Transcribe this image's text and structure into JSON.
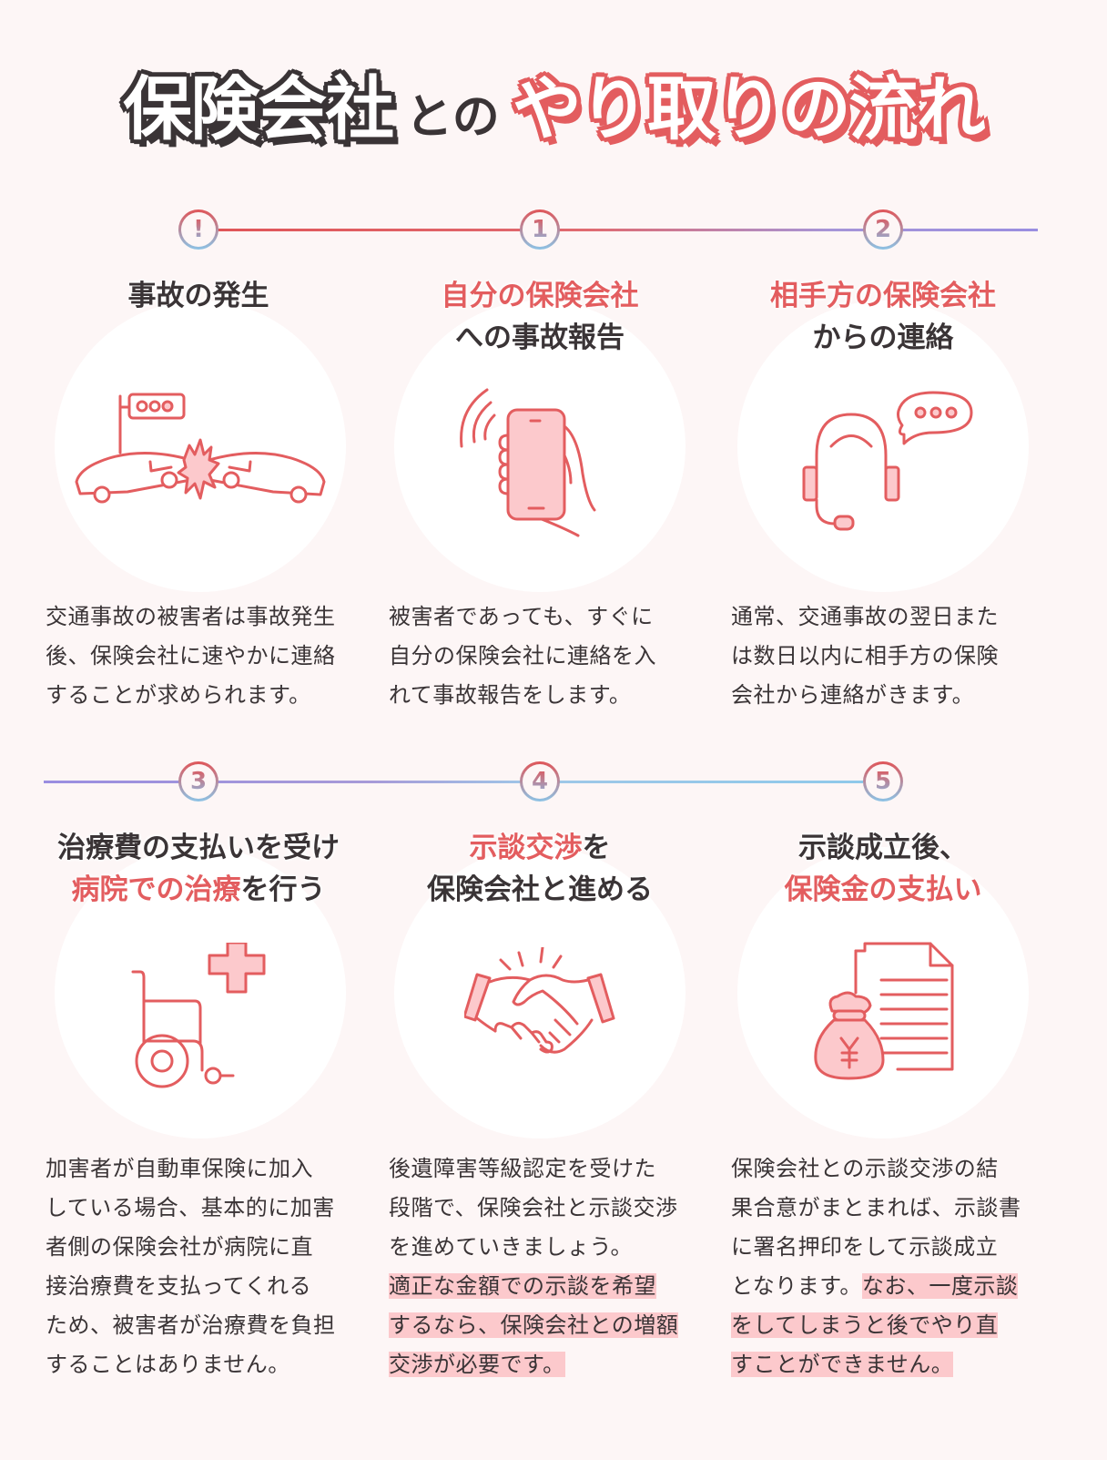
{
  "title": {
    "part1": "保険会社",
    "part2": "との",
    "part3": "やり取りの流れ"
  },
  "colors": {
    "accent_red": "#e35d5f",
    "icon_fill": "#fcc9cc",
    "text_dark": "#3a3436",
    "background": "#fdf6f6",
    "highlight": "#fcc9cc"
  },
  "steps": [
    {
      "badge": "!",
      "heading_lines": [
        {
          "dark": "事故の発生"
        }
      ],
      "icon": "car-collision-icon",
      "description": [
        "交通事故の被害者は事故発生",
        "後、保険会社に速やかに連絡",
        "することが求められます。"
      ],
      "highlight": []
    },
    {
      "badge": "1",
      "heading_line1_red": "自分の保険会社",
      "heading_line2_dark": "への事故報告",
      "icon": "smartphone-call-icon",
      "description": [
        "被害者であっても、すぐに",
        "自分の保険会社に連絡を入",
        "れて事故報告をします。"
      ],
      "highlight": []
    },
    {
      "badge": "2",
      "heading_line1_red": "相手方の保険会社",
      "heading_line2_dark": "からの連絡",
      "icon": "headset-chat-icon",
      "description": [
        "通常、交通事故の翌日また",
        "は数日以内に相手方の保険",
        "会社から連絡がきます。"
      ],
      "highlight": []
    },
    {
      "badge": "3",
      "heading_line1_dark": "治療費の支払いを受け",
      "heading_line2_red": "病院での治療",
      "heading_line2_dark": "を行う",
      "icon": "wheelchair-cross-icon",
      "description": [
        "加害者が自動車保険に加入",
        "している場合、基本的に加害",
        "者側の保険会社が病院に直",
        "接治療費を支払ってくれる",
        "ため、被害者が治療費を負担",
        "することはありません。"
      ],
      "highlight": []
    },
    {
      "badge": "4",
      "heading_line1_red": "示談交渉",
      "heading_line1_dark": "を",
      "heading_line2_dark": "保険会社と進める",
      "icon": "handshake-icon",
      "description": [
        "後遺障害等級認定を受けた",
        "段階で、保険会社と示談交渉",
        "を進めていきましょう。"
      ],
      "highlight": [
        "適正な金額での示談を希望",
        "するなら、保険会社との増額",
        "交渉が必要です。"
      ]
    },
    {
      "badge": "5",
      "heading_line1_dark": "示談成立後、",
      "heading_line2_red": "保険金の支払い",
      "icon": "money-bag-document-icon",
      "description": [
        "保険会社との示談交渉の結",
        "果合意がまとまれば、示談書",
        "に署名押印をして示談成立",
        "となります。"
      ],
      "highlight": [
        "なお、一度示談",
        "をしてしまうと後でやり直",
        "すことができません。"
      ]
    }
  ]
}
